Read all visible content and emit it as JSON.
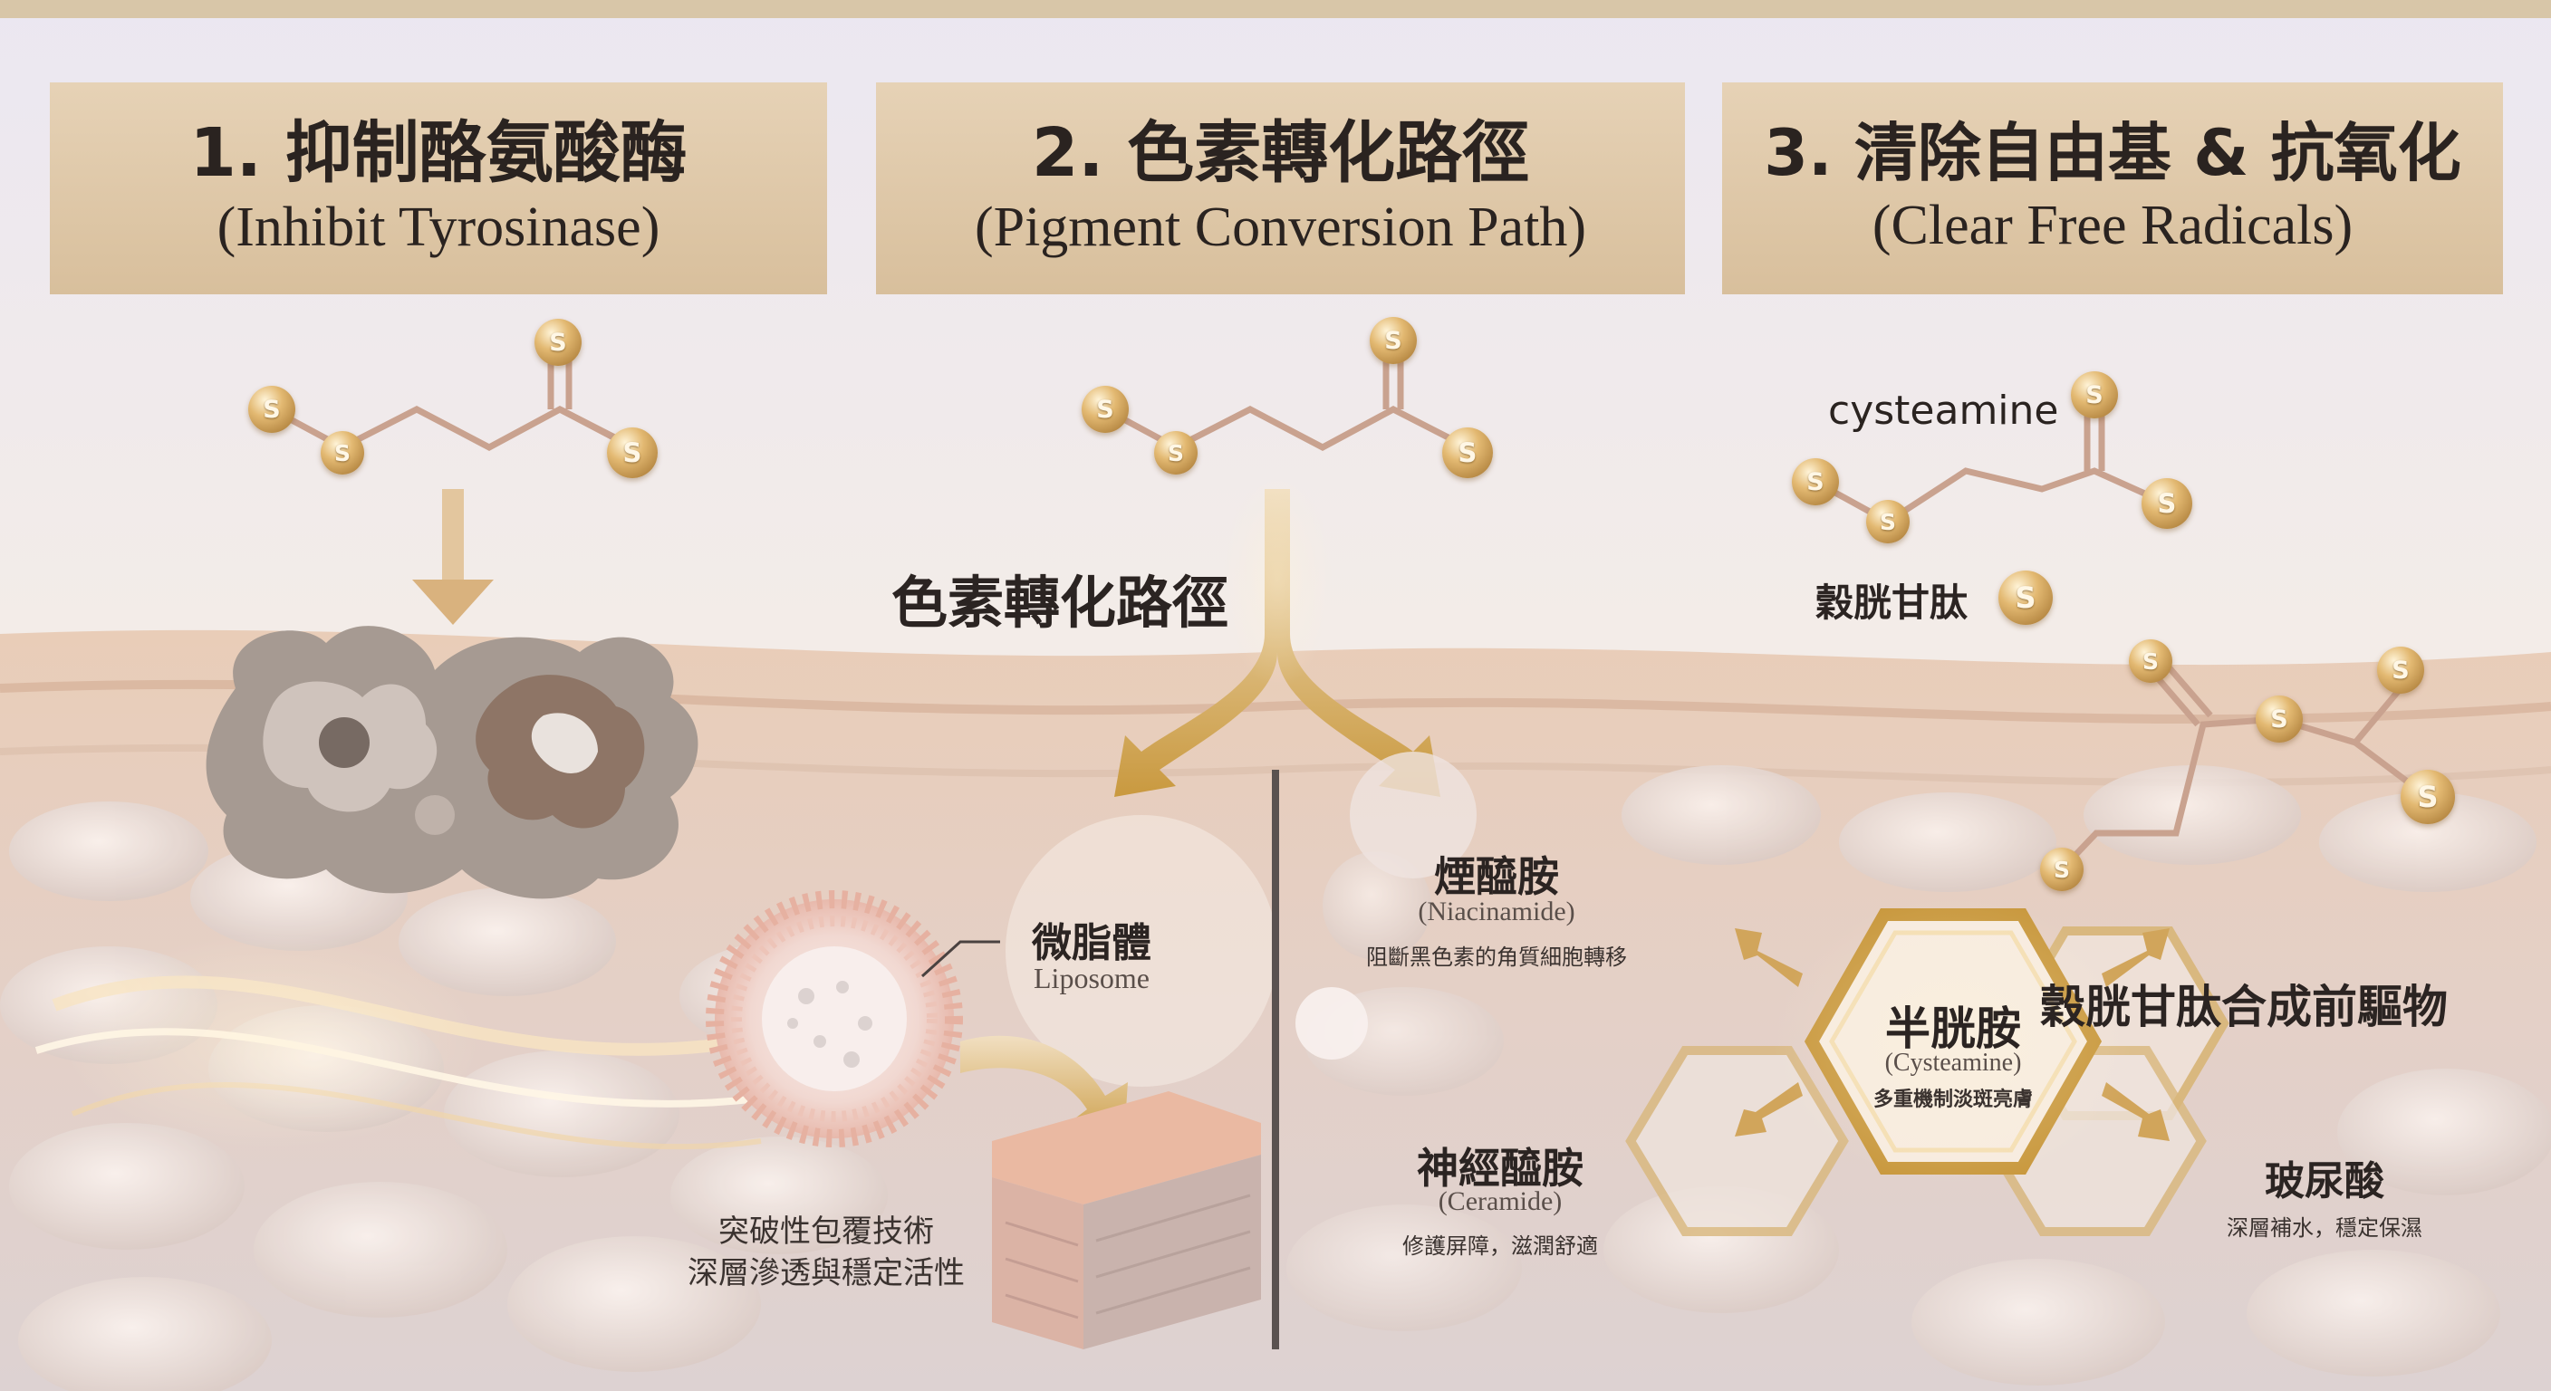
{
  "panels": [
    {
      "title": "1. 抑制酪氨酸酶",
      "subtitle": "(Inhibit Tyrosinase)"
    },
    {
      "title": "2. 色素轉化路徑",
      "subtitle": "(Pigment Conversion Path)"
    },
    {
      "title": "3. 清除自由基 & 抗氧化",
      "subtitle": "(Clear Free Radicals)"
    }
  ],
  "atom_symbol": "S",
  "panel1": {
    "tech_line1": "突破性包覆技術",
    "tech_line2": "深層滲透與穩定活性"
  },
  "panel2": {
    "path_label": "色素轉化路徑",
    "liposome_cn": "微脂體",
    "liposome_en": "Liposome",
    "niacinamide_cn": "煙醯胺",
    "niacinamide_en": "(Niacinamide)",
    "niacinamide_desc": "阻斷黑色素的角質細胞轉移",
    "ceramide_cn": "神經醯胺",
    "ceramide_en": "(Ceramide)",
    "ceramide_desc": "修護屏障，滋潤舒適"
  },
  "panel3": {
    "cysteamine_en": "cysteamine",
    "glutathione_cn": "穀胱甘肽",
    "precursor_label": "穀胱甘肽合成前驅物",
    "center_cn": "半胱胺",
    "center_en": "(Cysteamine)",
    "center_desc": "多重機制淡斑亮膚",
    "hyaluronic_cn": "玻尿酸",
    "hyaluronic_desc": "深層補水，穩定保濕"
  },
  "colors": {
    "header_gold": "#dcc4a3",
    "atom_gold": "#c89a4e",
    "arrow_gold": "#d3ad6a",
    "bond": "#c9a28f",
    "text_dark": "#2a2320"
  }
}
